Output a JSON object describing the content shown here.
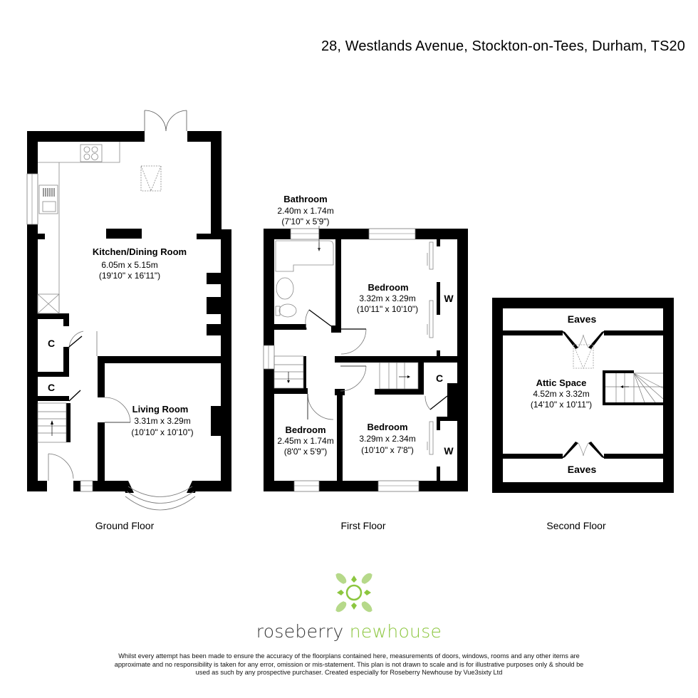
{
  "header": {
    "address": "28, Westlands Avenue, Stockton-on-Tees, Durham, TS20"
  },
  "floors": [
    {
      "label": "Ground Floor",
      "rooms": [
        {
          "name": "Kitchen/Dining Room",
          "metric": "6.05m x 5.15m",
          "imperial": "(19'10\" x 16'11\")"
        },
        {
          "name": "Living Room",
          "metric": "3.31m x 3.29m",
          "imperial": "(10'10\" x 10'10\")"
        }
      ],
      "tags": [
        "C",
        "C"
      ]
    },
    {
      "label": "First Floor",
      "rooms": [
        {
          "name": "Bathroom",
          "metric": "2.40m x 1.74m",
          "imperial": "(7'10\" x 5'9\")"
        },
        {
          "name": "Bedroom",
          "metric": "3.32m x 3.29m",
          "imperial": "(10'11\" x 10'10\")"
        },
        {
          "name": "Bedroom",
          "metric": "2.45m x 1.74m",
          "imperial": "(8'0\" x 5'9\")"
        },
        {
          "name": "Bedroom",
          "metric": "3.29m x 2.34m",
          "imperial": "(10'10\" x 7'8\")"
        }
      ],
      "tags": [
        "W",
        "C",
        "W"
      ]
    },
    {
      "label": "Second Floor",
      "rooms": [
        {
          "name": "Attic Space",
          "metric": "4.52m x 3.32m",
          "imperial": "(14'10\" x 10'11\")"
        }
      ],
      "tags": [
        "Eaves",
        "Eaves"
      ]
    }
  ],
  "branding": {
    "name_part1": "roseberry",
    "name_part2": "newhouse",
    "accent_color": "#8cc63f"
  },
  "disclaimer": "Whilst every attempt has been made to ensure the accuracy of the floorplans contained here, measurements of doors, windows, rooms and any other items are approximate and no responsibility is taken for any error, omission or mis-statement. This plan is not drawn to scale and is for illustrative purposes only & should be used as such by any prospective purchaser. Created especially for Roseberry Newhouse by Vue3sixty Ltd"
}
